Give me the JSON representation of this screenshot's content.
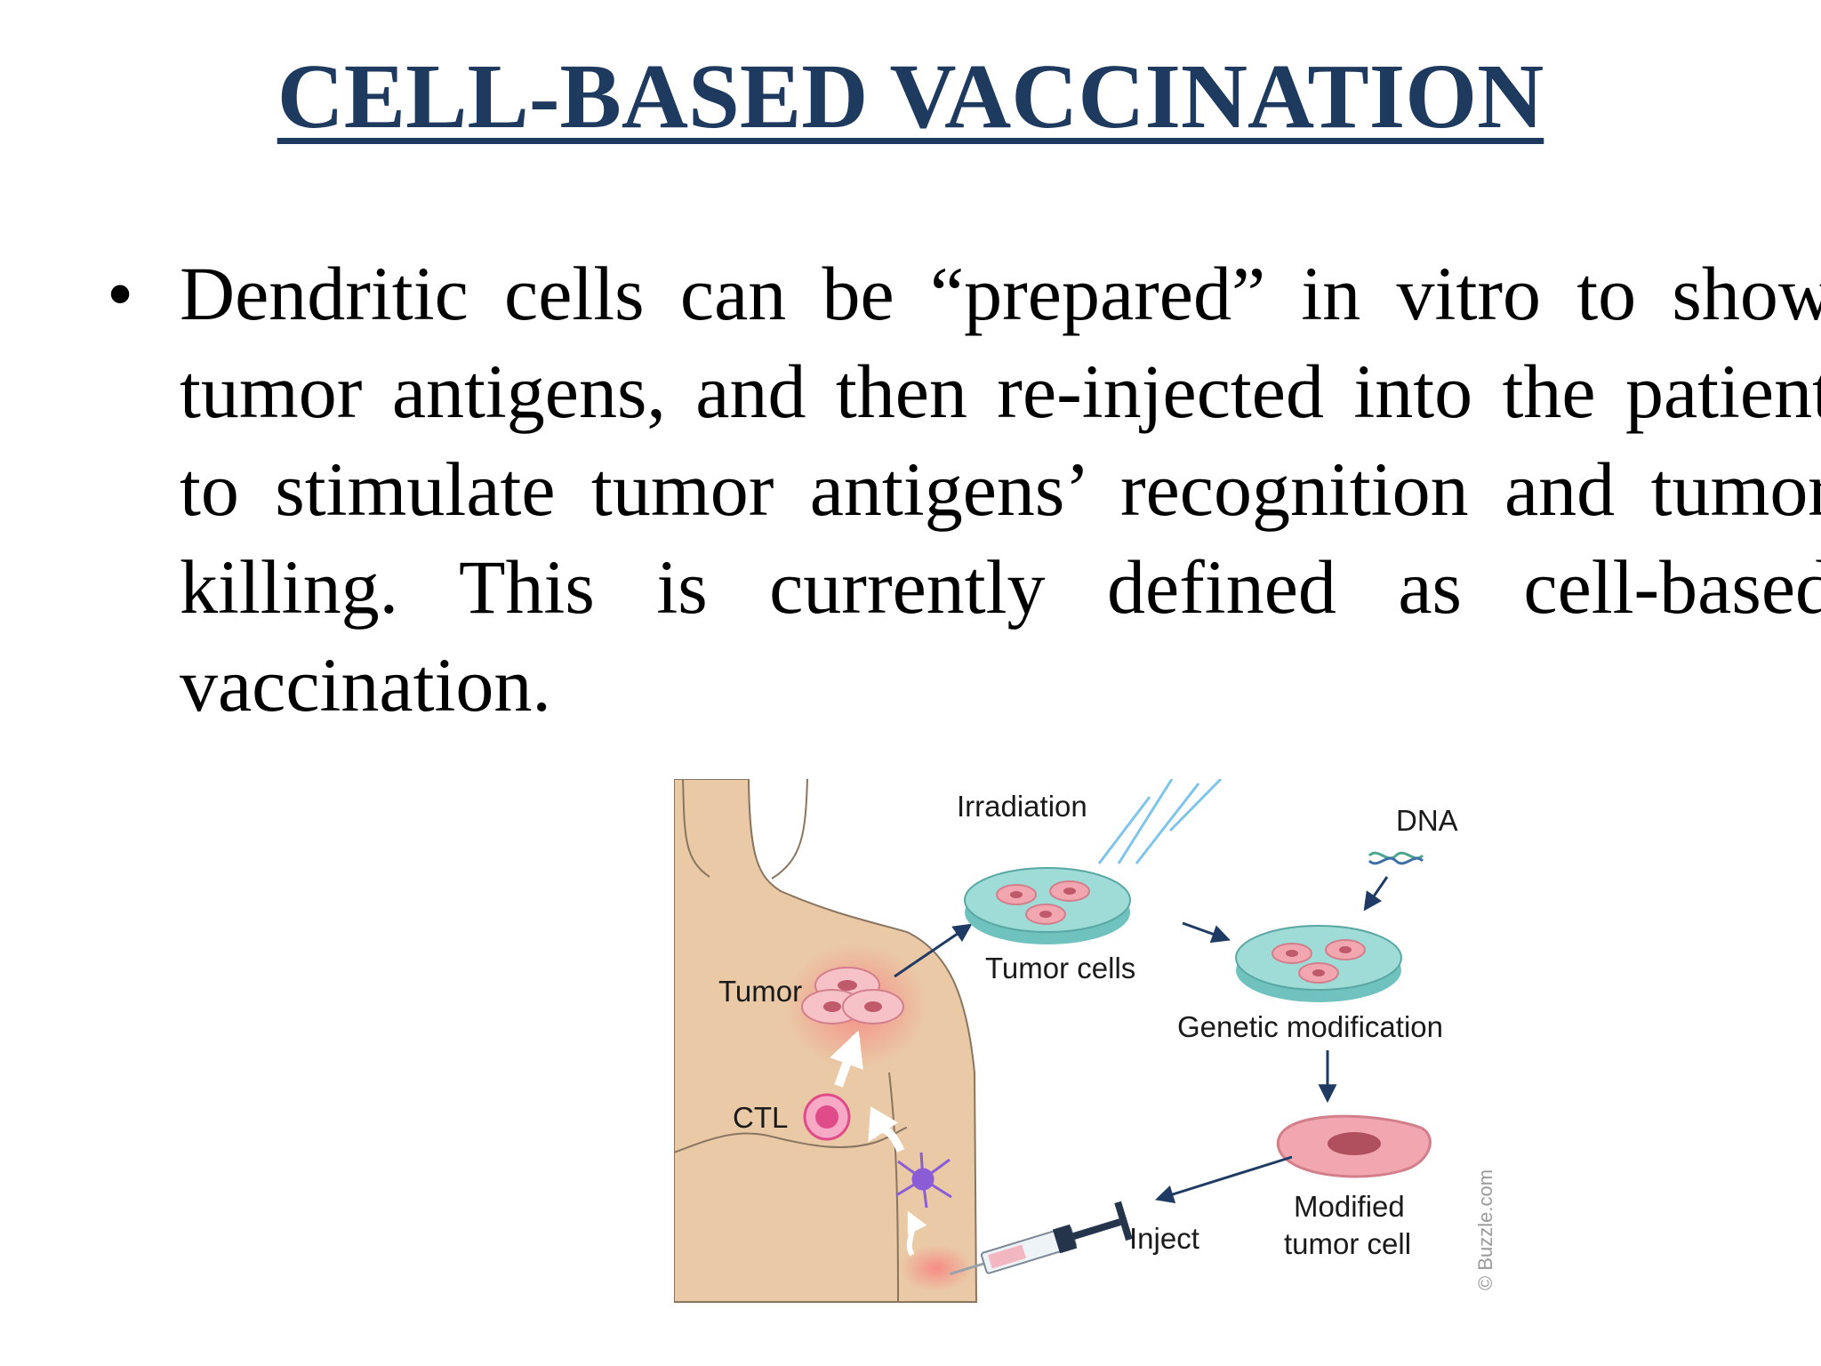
{
  "title": "CELL-BASED VACCINATION",
  "bullet": {
    "marker": "•",
    "text": "Dendritic cells can be “prepared” in vitro to show tumor antigens, and then re-injected into the patient to stimulate tumor antigens’ recognition and tumor killing. This is currently defined as cell-based vaccination."
  },
  "figure": {
    "labels": {
      "irradiation": "Irradiation",
      "dna": "DNA",
      "tumor_cells": "Tumor cells",
      "tumor": "Tumor",
      "genetic_modification": "Genetic modification",
      "ctl": "CTL",
      "modified_line1": "Modified",
      "modified_line2": "tumor cell",
      "inject": "Inject",
      "watermark": "© Buzzle.com"
    },
    "colors": {
      "skin": "#eac9a6",
      "skin_outline": "#8a7560",
      "dish": "#8fd3cf",
      "cell": "#f2a7b0",
      "arrow": "#1f3b63",
      "irradiation": "#7fc4ea",
      "ctl": "#e04c8a",
      "dendritic": "#8a5cd6"
    }
  }
}
